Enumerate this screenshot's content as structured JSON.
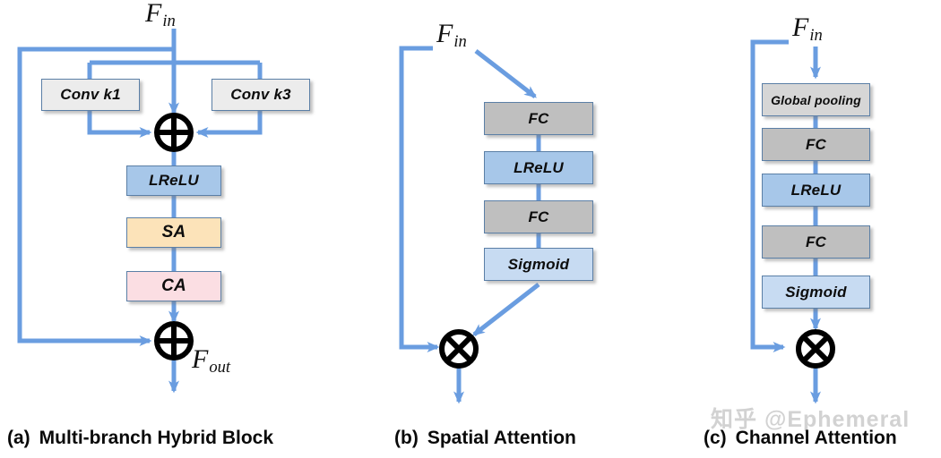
{
  "figure": {
    "title": "Multi-branch Hybrid Block with Spatial and Channel Attention",
    "background": "#ffffff",
    "arrow_color": "#6a9de0",
    "node_border": "#5b7fa6",
    "colors": {
      "blue_medium": "#a7c7e9",
      "blue_light": "#c7dbf2",
      "gray_dark": "#bfbfbf",
      "gray_light": "#d6d6d6",
      "gray_pale": "#ececec",
      "orange": "#fce3b9",
      "pink": "#fbdee3",
      "arrow": "#6a9de0",
      "outline": "#5b7fa6",
      "watermark": "#d2d2d2"
    }
  },
  "panels": [
    {
      "id": "a",
      "caption_index": "(a)",
      "caption_text": "Multi-branch Hybrid Block",
      "input_label": "F",
      "input_sub": "in",
      "output_label": "F",
      "output_sub": "out",
      "nodes": [
        {
          "name": "conv-k1",
          "label": "Conv k1",
          "fill": "#ececec"
        },
        {
          "name": "conv-k3",
          "label": "Conv k3",
          "fill": "#ececec"
        },
        {
          "name": "lrelu",
          "label": "LReLU",
          "fill": "#a7c7e9"
        },
        {
          "name": "sa",
          "label": "SA",
          "fill": "#fce3b9"
        },
        {
          "name": "ca",
          "label": "CA",
          "fill": "#fbdee3"
        }
      ],
      "operators": [
        {
          "name": "add-fuse",
          "symbol": "+"
        },
        {
          "name": "add-output",
          "symbol": "+"
        }
      ]
    },
    {
      "id": "b",
      "caption_index": "(b)",
      "caption_text": "Spatial  Attention",
      "input_label": "F",
      "input_sub": "in",
      "nodes": [
        {
          "name": "fc-1",
          "label": "FC",
          "fill": "#bfbfbf"
        },
        {
          "name": "lrelu",
          "label": "LReLU",
          "fill": "#a7c7e9"
        },
        {
          "name": "fc-2",
          "label": "FC",
          "fill": "#bfbfbf"
        },
        {
          "name": "sigmoid",
          "label": "Sigmoid",
          "fill": "#c7dbf2"
        }
      ],
      "operators": [
        {
          "name": "multiply-output",
          "symbol": "x"
        }
      ]
    },
    {
      "id": "c",
      "caption_index": "(c)",
      "caption_text": "Channel  Attention",
      "input_label": "F",
      "input_sub": "in",
      "nodes": [
        {
          "name": "global-pooling",
          "label": "Global pooling",
          "fill": "#d6d6d6"
        },
        {
          "name": "fc-1",
          "label": "FC",
          "fill": "#bfbfbf"
        },
        {
          "name": "lrelu",
          "label": "LReLU",
          "fill": "#a7c7e9"
        },
        {
          "name": "fc-2",
          "label": "FC",
          "fill": "#bfbfbf"
        },
        {
          "name": "sigmoid",
          "label": "Sigmoid",
          "fill": "#c7dbf2"
        }
      ],
      "operators": [
        {
          "name": "multiply-output",
          "symbol": "x"
        }
      ]
    }
  ],
  "watermark": {
    "text": "知乎 @Ephemeral"
  }
}
